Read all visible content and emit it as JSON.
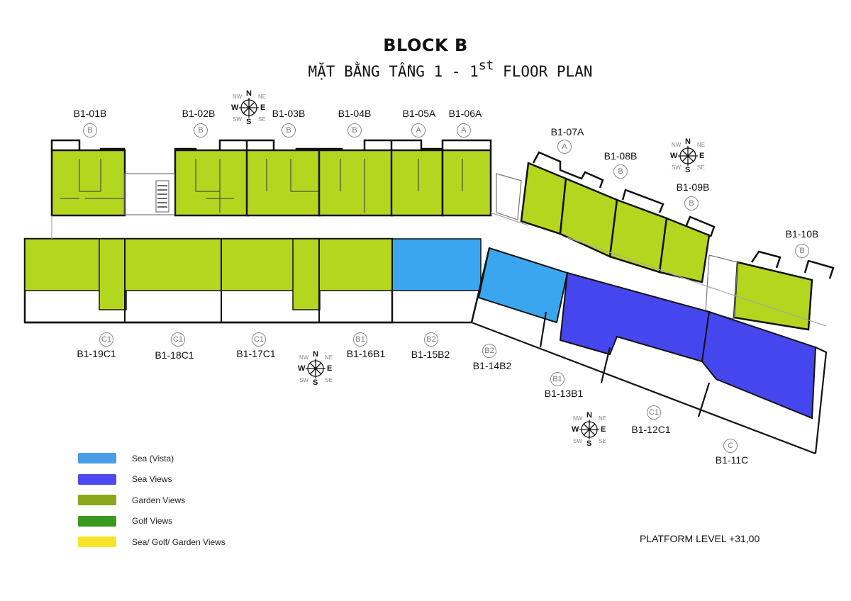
{
  "header": {
    "block_title": "BLOCK B",
    "subtitle_prefix": "MẶT BẰNG TẦNG 1 - 1",
    "subtitle_sup": "st",
    "subtitle_suffix": " FLOOR PLAN"
  },
  "colors": {
    "sea_vista": "#3aa6f0",
    "sea_views": "#4646ee",
    "garden_views": "#b5d61f",
    "legend_garden": "#8aa91a",
    "golf_views": "#3a9a20",
    "sea_golf_garden": "#f6e42a",
    "outline": "#111111"
  },
  "units": [
    {
      "code": "B1-01B",
      "type": "B",
      "view": "garden"
    },
    {
      "code": "B1-02B",
      "type": "B",
      "view": "garden"
    },
    {
      "code": "B1-03B",
      "type": "B",
      "view": "garden"
    },
    {
      "code": "B1-04B",
      "type": "B",
      "view": "garden"
    },
    {
      "code": "B1-05A",
      "type": "A",
      "view": "garden"
    },
    {
      "code": "B1-06A",
      "type": "A",
      "view": "garden"
    },
    {
      "code": "B1-07A",
      "type": "A",
      "view": "garden"
    },
    {
      "code": "B1-08B",
      "type": "B",
      "view": "garden"
    },
    {
      "code": "B1-09B",
      "type": "B",
      "view": "garden"
    },
    {
      "code": "B1-10B",
      "type": "B",
      "view": "garden"
    },
    {
      "code": "B1-11C",
      "type": "C",
      "view": "sea"
    },
    {
      "code": "B1-12C1",
      "type": "C1",
      "view": "sea"
    },
    {
      "code": "B1-13B1",
      "type": "B1",
      "view": "sea"
    },
    {
      "code": "B1-14B2",
      "type": "B2",
      "view": "vista"
    },
    {
      "code": "B1-15B2",
      "type": "B2",
      "view": "vista"
    },
    {
      "code": "B1-16B1",
      "type": "B1",
      "view": "garden"
    },
    {
      "code": "B1-17C1",
      "type": "C1",
      "view": "garden"
    },
    {
      "code": "B1-18C1",
      "type": "C1",
      "view": "garden"
    },
    {
      "code": "B1-19C1",
      "type": "C1",
      "view": "garden"
    }
  ],
  "compass": {
    "n": "N",
    "s": "S",
    "e": "E",
    "w": "W",
    "ne": "NE",
    "nw": "NW",
    "se": "SE",
    "sw": "SW"
  },
  "legend": [
    {
      "label": "Sea (Vista)",
      "color": "#4a9ee8"
    },
    {
      "label": "Sea Views",
      "color": "#4a4af0"
    },
    {
      "label": "Garden Views",
      "color": "#8aa91a"
    },
    {
      "label": "Golf Views",
      "color": "#3a9a20"
    },
    {
      "label": "Sea/ Golf/ Garden Views",
      "color": "#f6e42a"
    }
  ],
  "footer": {
    "platform_level": "PLATFORM LEVEL +31,00"
  }
}
